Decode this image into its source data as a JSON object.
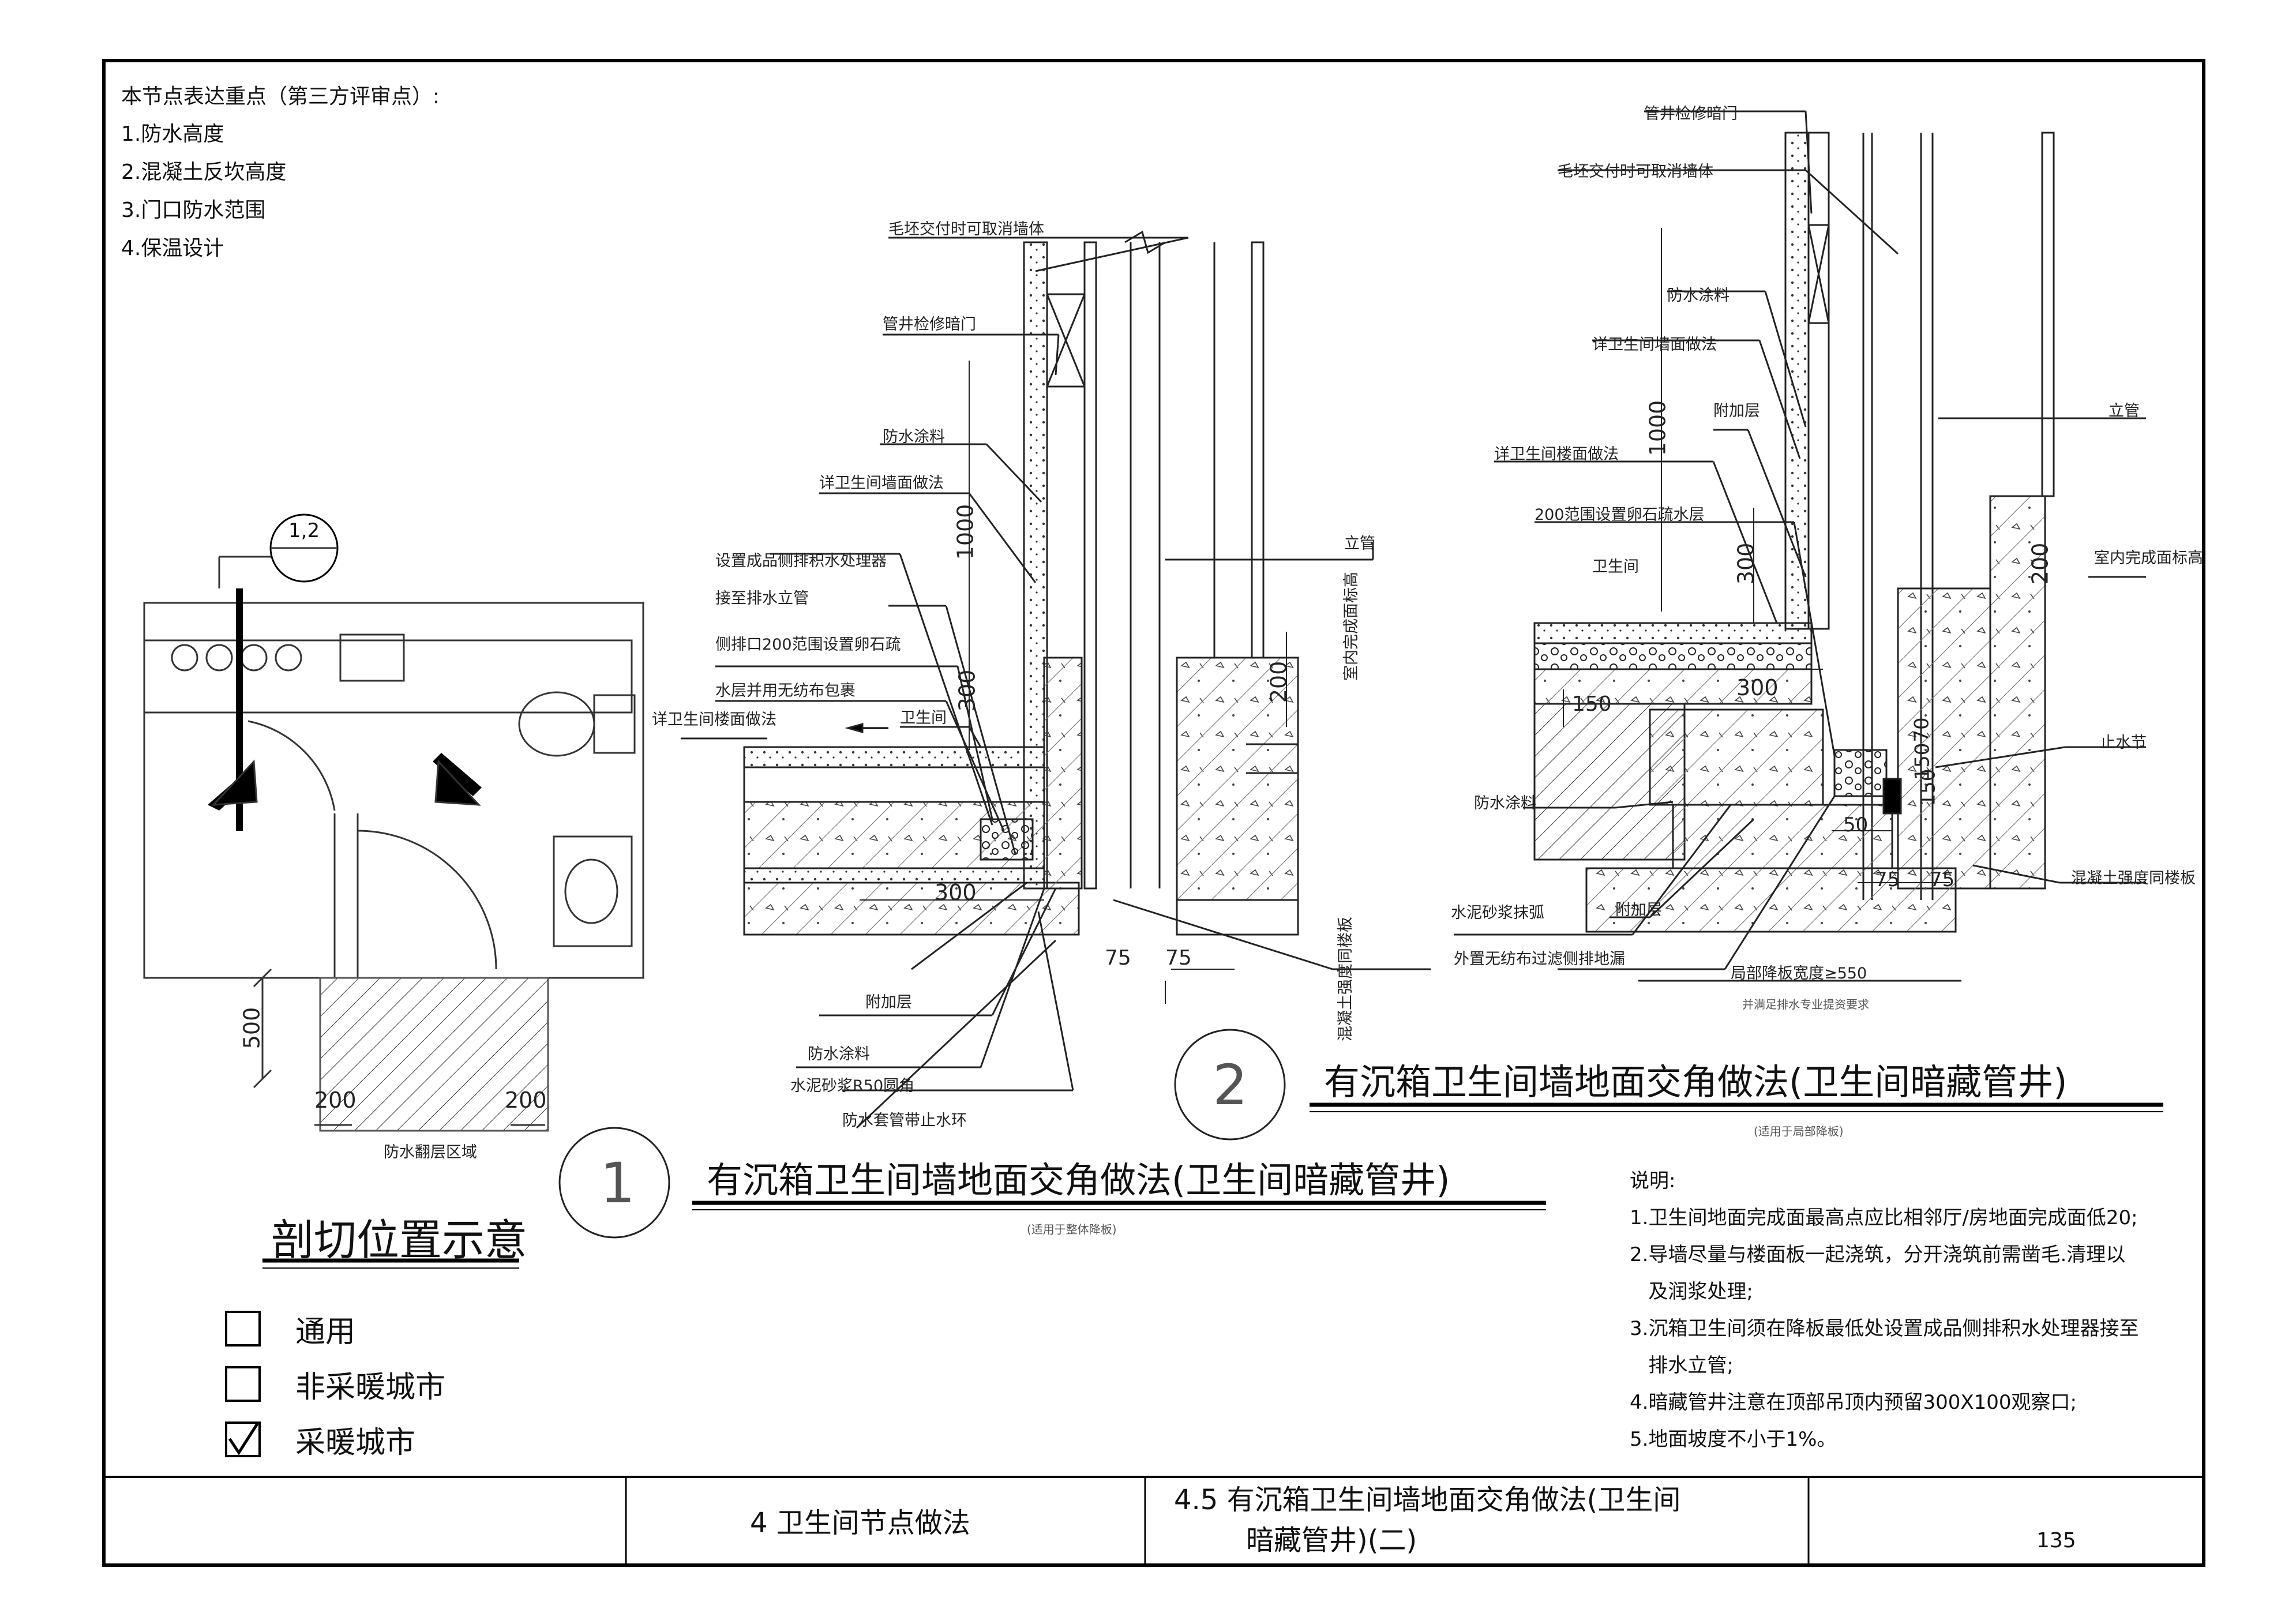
{
  "keypoints": {
    "heading": "本节点表达重点（第三方评审点）:",
    "items": [
      "1.防水高度",
      "2.混凝土反坎高度",
      "3.门口防水范围",
      "4.保温设计"
    ]
  },
  "plan": {
    "section_mark": "1,2",
    "dim_500": "500",
    "dim_200_left": "200",
    "dim_200_right": "200",
    "door_zone_label": "防水翻层区域",
    "caption": "剖切位置示意"
  },
  "detail1": {
    "number": "1",
    "title": "有沉箱卫生间墙地面交角做法(卫生间暗藏管井)",
    "subtitle": "(适用于整体降板)",
    "labels": {
      "wall_removable": "毛坯交付时可取消墙体",
      "access_door": "管井检修暗门",
      "waterproof_coating": "防水涂料",
      "wall_finish": "详卫生间墙面做法",
      "drain_device_1": "设置成品侧排积水处理器",
      "drain_device_2": "接至排水立管",
      "gravel_1": "侧排口200范围设置卵石疏",
      "gravel_2": "水层并用无纺布包裹",
      "floor_finish": "详卫生间楼面做法",
      "bathroom": "卫生间",
      "riser": "立管",
      "indoor_level": "室内完成面标高",
      "concrete_curb": "混凝土强度同楼板",
      "additional_layer": "附加层",
      "waterproof_coating_2": "防水涂料",
      "mortar_fillet": "水泥砂浆R50圆角",
      "sleeve_ring": "防水套管带止水环"
    },
    "dims": {
      "d1000": "1000",
      "d300": "300",
      "d200": "200",
      "d300b": "300",
      "d75a": "75",
      "d75b": "75"
    }
  },
  "detail2": {
    "number": "2",
    "title": "有沉箱卫生间墙地面交角做法(卫生间暗藏管井)",
    "subtitle": "(适用于局部降板)",
    "labels": {
      "access_door": "管井检修暗门",
      "wall_removable": "毛坯交付时可取消墙体",
      "waterproof_coating": "防水涂料",
      "wall_finish": "详卫生间墙面做法",
      "additional_layer": "附加层",
      "floor_finish": "详卫生间楼面做法",
      "gravel": "200范围设置卵石疏水层",
      "bathroom": "卫生间",
      "riser": "立管",
      "indoor_level": "室内完成面标高",
      "waterstop": "止水节",
      "waterproof_coating_2": "防水涂料",
      "concrete_curb": "混凝土强度同楼板",
      "mortar_fillet": "水泥砂浆抹弧",
      "additional_layer_2": "附加层",
      "geotextile": "外置无纺布过滤侧排地漏",
      "local_width": "局部降板宽度≥550",
      "local_note": "并满足排水专业提资要求"
    },
    "dims": {
      "d1000": "1000",
      "d300": "300",
      "d200": "200",
      "d150": "150",
      "d300h": "300",
      "d150b": "150",
      "d70": "70",
      "d150c": "150",
      "d50": "50",
      "d75a": "75",
      "d75b": "75"
    }
  },
  "notes": {
    "heading": "说明:",
    "items": [
      "1.卫生间地面完成面最高点应比相邻厅/房地面完成面低20;",
      "2.导墙尽量与楼面板一起浇筑，分开浇筑前需凿毛.清理以",
      "   及润浆处理;",
      "3.沉箱卫生间须在降板最低处设置成品侧排积水处理器接至",
      "   排水立管;",
      "4.暗藏管井注意在顶部吊顶内预留300X100观察口;",
      "5.地面坡度不小于1%。"
    ]
  },
  "legend": {
    "items": [
      {
        "label": "通用",
        "checked": false
      },
      {
        "label": "非采暖城市",
        "checked": false
      },
      {
        "label": "采暖城市",
        "checked": true
      }
    ]
  },
  "title_block": {
    "chapter": "4  卫生间节点做法",
    "drawing_line1": "4.5  有沉箱卫生间墙地面交角做法(卫生间",
    "drawing_line2": "暗藏管井)(二)",
    "page": "135"
  }
}
